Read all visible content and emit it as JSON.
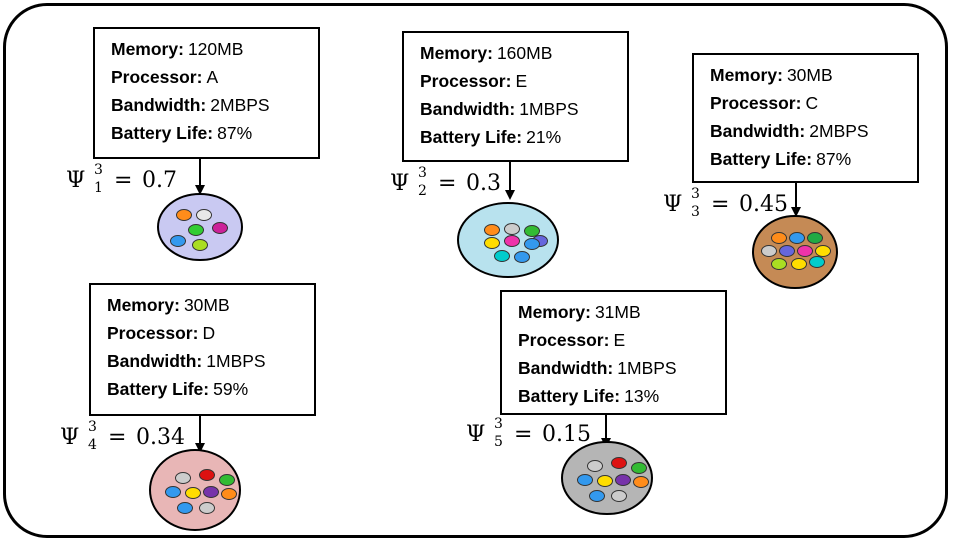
{
  "nodes": [
    {
      "memory_label": "Memory:",
      "memory": "120MB",
      "processor_label": "Processor:",
      "processor": "A",
      "bandwidth_label": "Bandwidth:",
      "bandwidth": "2MBPS",
      "battery_label": "Battery Life:",
      "battery": "87%",
      "phi": {
        "symbol": "Ψ",
        "sup": "3",
        "sub": "1",
        "eq": "=",
        "value": "0.7"
      },
      "cluster": {
        "fill": "#c9c9f2",
        "dots": [
          "#ff8c1a",
          "#e8e8e8",
          "#33cc33",
          "#cc2299",
          "#3399ee",
          "#aadd22"
        ]
      }
    },
    {
      "memory_label": "Memory:",
      "memory": "160MB",
      "processor_label": "Processor:",
      "processor": "E",
      "bandwidth_label": "Bandwidth:",
      "bandwidth": "1MBPS",
      "battery_label": "Battery Life:",
      "battery": "21%",
      "phi": {
        "symbol": "Ψ",
        "sup": "3",
        "sub": "2",
        "eq": "=",
        "value": "0.3"
      },
      "cluster": {
        "fill": "#b8e2ee",
        "dots": [
          "#ff8c1a",
          "#cccccc",
          "#33bb33",
          "#6666dd",
          "#ffdd00",
          "#ee33aa",
          "#3399ee",
          "#00cccc",
          "#3399ee"
        ]
      }
    },
    {
      "memory_label": "Memory:",
      "memory": "30MB",
      "processor_label": "Processor:",
      "processor": "C",
      "bandwidth_label": "Bandwidth:",
      "bandwidth": "2MBPS",
      "battery_label": "Battery Life:",
      "battery": "87%",
      "phi": {
        "symbol": "Ψ",
        "sup": "3",
        "sub": "3",
        "eq": "=",
        "value": "0.45"
      },
      "cluster": {
        "fill": "#c58a55",
        "dots": [
          "#ff8c1a",
          "#3399ee",
          "#22aa44",
          "#cccccc",
          "#6666dd",
          "#ee33aa",
          "#ffdd00",
          "#aadd22",
          "#ffdd00",
          "#00cccc"
        ]
      }
    },
    {
      "memory_label": "Memory:",
      "memory": "30MB",
      "processor_label": "Processor:",
      "processor": "D",
      "bandwidth_label": "Bandwidth:",
      "bandwidth": "1MBPS",
      "battery_label": "Battery Life:",
      "battery": "59%",
      "phi": {
        "symbol": "Ψ",
        "sup": "3",
        "sub": "4",
        "eq": "=",
        "value": "0.34"
      },
      "cluster": {
        "fill": "#e8b6b6",
        "dots": [
          "#dd1111",
          "#cccccc",
          "#33bb33",
          "#3399ee",
          "#ffdd00",
          "#7733aa",
          "#ff8c1a",
          "#3399ee",
          "#cccccc"
        ]
      }
    },
    {
      "memory_label": "Memory:",
      "memory": "31MB",
      "processor_label": "Processor:",
      "processor": "E",
      "bandwidth_label": "Bandwidth:",
      "bandwidth": "1MBPS",
      "battery_label": "Battery Life:",
      "battery": "13%",
      "phi": {
        "symbol": "Ψ",
        "sup": "3",
        "sub": "5",
        "eq": "=",
        "value": "0.15"
      },
      "cluster": {
        "fill": "#b5b5b5",
        "dots": [
          "#dd1111",
          "#cccccc",
          "#33bb33",
          "#3399ee",
          "#ffdd00",
          "#7733aa",
          "#ff8c1a",
          "#3399ee",
          "#cccccc"
        ]
      }
    }
  ]
}
